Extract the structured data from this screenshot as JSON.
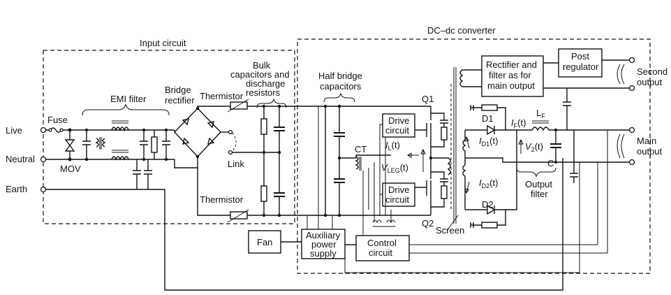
{
  "sections": {
    "input": "Input circuit",
    "dcdc": "DC–dc converter"
  },
  "labels": {
    "emi_filter": "EMI filter",
    "bridge_rectifier_line1": "Bridge",
    "bridge_rectifier_line2": "rectifier",
    "thermistor_top": "Thermistor",
    "thermistor_bottom": "Thermistor",
    "link": "Link",
    "bulk_line1": "Bulk",
    "bulk_line2": "capacitors and",
    "bulk_line3": "discharge",
    "bulk_line4": "resistors",
    "half_bridge_line1": "Half bridge",
    "half_bridge_line2": "capacitors",
    "fuse": "Fuse",
    "mov": "MOV",
    "ct": "CT",
    "q1": "Q1",
    "q2": "Q2",
    "screen": "Screen",
    "d1": "D1",
    "d2": "D2",
    "lf": "L",
    "lf_sub": "F",
    "c": "C",
    "il": "I",
    "il_sub": "L",
    "il_arg": "(t)",
    "vleg": "V",
    "vleg_sub": "LEG",
    "vleg_arg": "(t)",
    "if": "I",
    "if_sub": "F",
    "if_arg": "(t)",
    "id1": "I",
    "id1_sub": "D1",
    "id1_arg": "(t)",
    "id2": "I",
    "id2_sub": "D2",
    "id2_arg": "(t)",
    "v2": "V",
    "v2_sub": "2",
    "v2_arg": "(t)",
    "output_filter_line1": "Output",
    "output_filter_line2": "filter"
  },
  "terminals": {
    "live": "Live",
    "neutral": "Neutral",
    "earth": "Earth",
    "second_output_line1": "Second",
    "second_output_line2": "output",
    "main_output_line1": "Main",
    "main_output_line2": "output"
  },
  "blocks": {
    "drive_top_line1": "Drive",
    "drive_top_line2": "circuit",
    "drive_bottom_line1": "Drive",
    "drive_bottom_line2": "circuit",
    "rectifier_line1": "Rectifier and",
    "rectifier_line2": "filter as for",
    "rectifier_line3": "main output",
    "post_line1": "Post",
    "post_line2": "regulator",
    "fan": "Fan",
    "aux_line1": "Auxiliary",
    "aux_line2": "power",
    "aux_line3": "supply",
    "control_line1": "Control",
    "control_line2": "circuit"
  }
}
